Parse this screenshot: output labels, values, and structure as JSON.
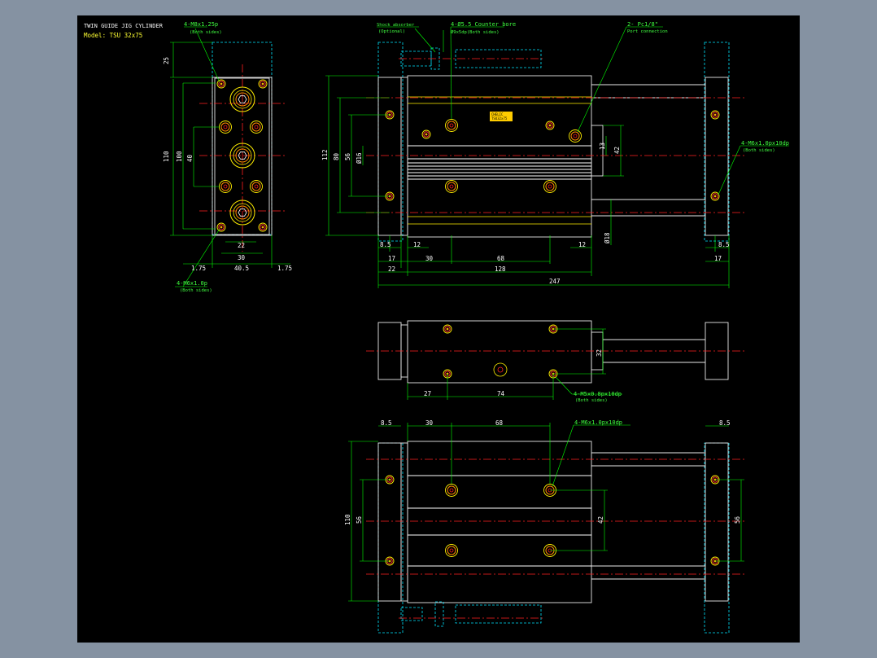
{
  "title": {
    "line1": "TWIN GUIDE JIG CYLINDER",
    "line2": "Model: TSU 32x75"
  },
  "callouts": {
    "m8": "4-M8x1.25p",
    "m8_sub": "(Both sides)",
    "m6_end": "4-M6x1.0p",
    "m6_end_sub": "(Both sides)",
    "shock": "Shock absorber",
    "shock_sub": "(Optional)",
    "cbore": "4-Ø5.5 Counter bore",
    "cbore_sub": "Ø9x5dp(Both sides)",
    "port": "2- Pc1/8\"",
    "port_sub": "Port connection",
    "m6_right": "4-M6x1.0px10dp",
    "m6_right_sub": "(Both sides)",
    "m5_mid": "4-M5x0.8px10dp",
    "m5_mid_sub": "(Both sides)",
    "m6_bottom": "4-M6x1.0px10dp"
  },
  "end_view_dims": {
    "d25": "25",
    "d110": "110",
    "d100": "100",
    "d40": "40",
    "d22": "22",
    "d30": "30",
    "d40_5": "40.5",
    "d1_75_left": "1.75",
    "d1_75_right": "1.75"
  },
  "front_view_dims": {
    "d112": "112",
    "d80": "80",
    "d56": "56",
    "dia16": "Ø16",
    "d13": "13",
    "d42": "42",
    "dia18": "Ø18",
    "d8_5_left": "8.5",
    "d12_a": "12",
    "d12_b": "12",
    "d8_5_right": "8.5",
    "d17_left": "17",
    "d30": "30",
    "d68": "68",
    "d17_right": "17",
    "d22": "22",
    "d128": "128",
    "d247": "247"
  },
  "side_view_dims": {
    "d32": "32",
    "d27": "27",
    "d74": "74"
  },
  "bottom_view_dims": {
    "d8_5_left": "8.5",
    "d30": "30",
    "d68": "68",
    "d8_5_right": "8.5",
    "d110": "110",
    "d56_left": "56",
    "d42": "42",
    "d56_right": "56"
  },
  "label_plate": {
    "top": "CHELIC",
    "bottom": "TSU32x75"
  },
  "colors": {
    "background": "#8592a2",
    "canvas": "#000000",
    "outline": "#e8e8e8",
    "dimension": "#00ff00",
    "hidden": "#00e5ff",
    "centerline": "#ff2020",
    "hole": "#ffee00"
  }
}
